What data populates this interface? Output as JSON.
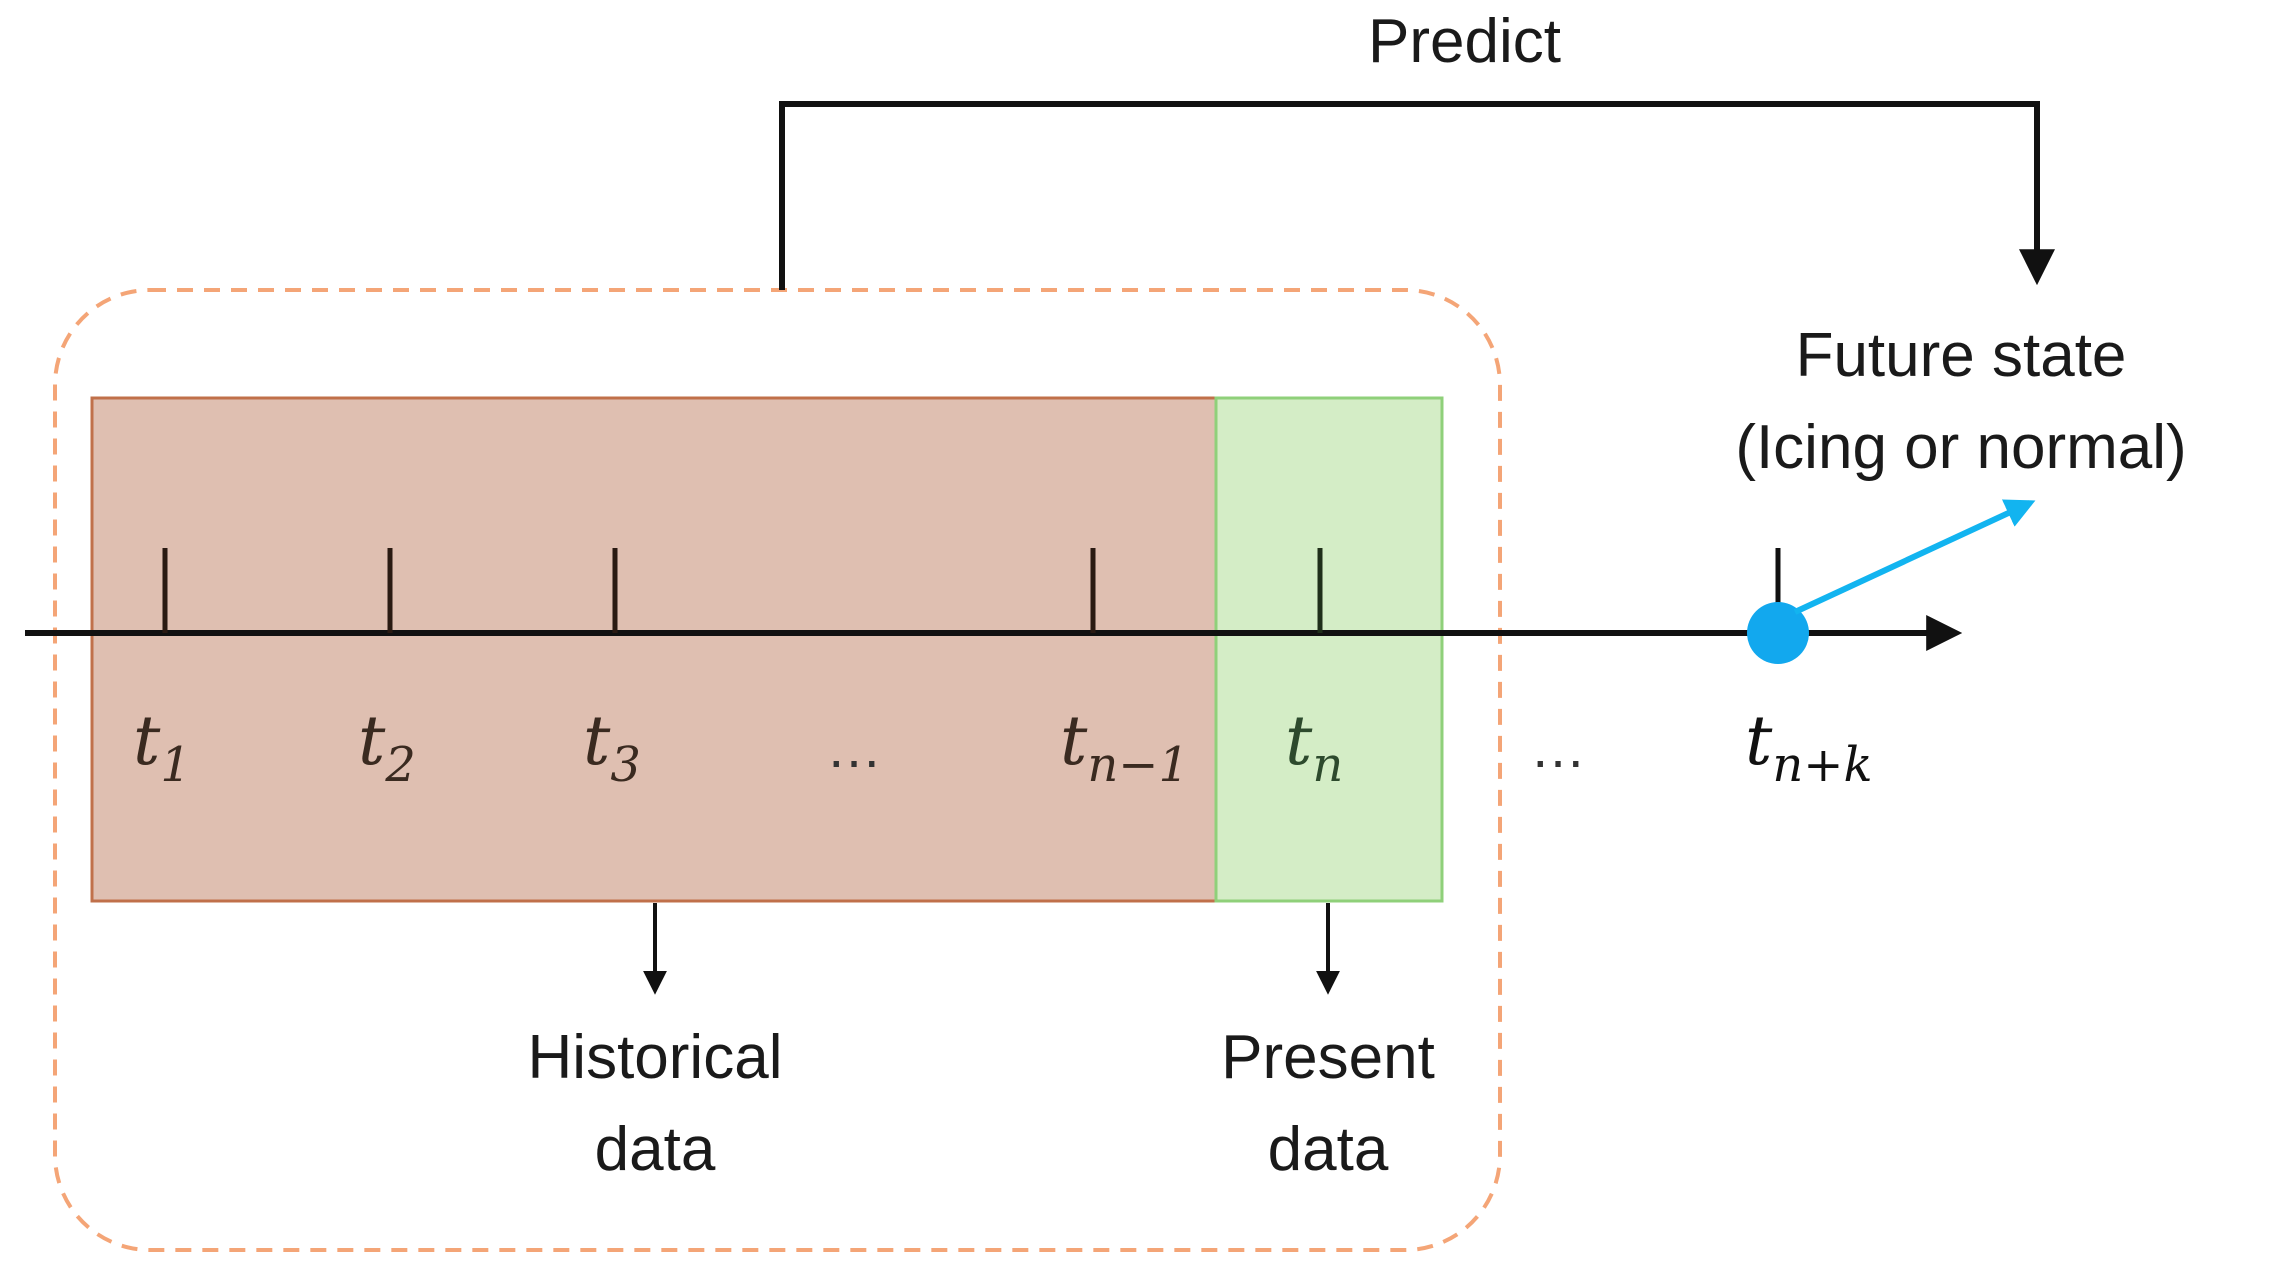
{
  "diagram": {
    "predict_label": "Predict",
    "future_state_line1": "Future state",
    "future_state_line2": "(Icing or normal)",
    "historical_line1": "Historical",
    "historical_line2": "data",
    "present_line1": "Present",
    "present_line2": "data",
    "ticks": [
      {
        "base": "t",
        "sub": "1"
      },
      {
        "base": "t",
        "sub": "2"
      },
      {
        "base": "t",
        "sub": "3"
      },
      {
        "base": "t",
        "sub": "n−1"
      },
      {
        "base": "t",
        "sub": "n"
      },
      {
        "base": "t",
        "sub": "n+k"
      }
    ],
    "ellipsis_inside": "…",
    "ellipsis_outside": "…"
  },
  "colors": {
    "historical_fill": "#dfbfb1",
    "historical_border": "#c0704a",
    "present_fill": "#d4edc6",
    "present_border": "#8fd07a",
    "dashed_border": "#f4a577",
    "axis": "#111111",
    "future_dot": "#12a8ee",
    "future_arrow": "#12b4f0"
  }
}
